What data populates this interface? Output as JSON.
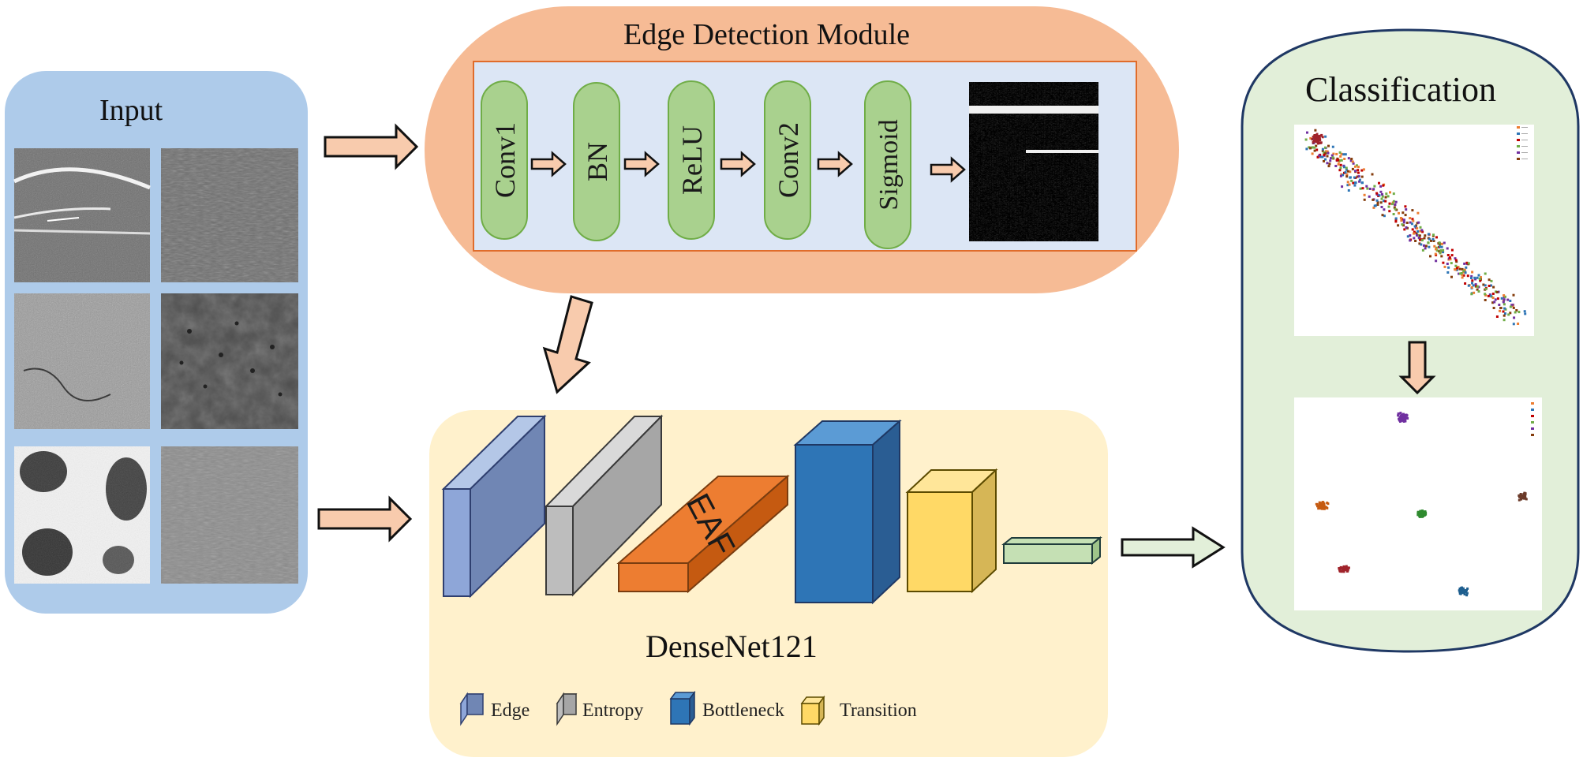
{
  "input": {
    "title": "Input"
  },
  "edge_module": {
    "title": "Edge Detection Module",
    "blocks": [
      {
        "label": "Conv1"
      },
      {
        "label": "BN"
      },
      {
        "label": "ReLU"
      },
      {
        "label": "Conv2"
      },
      {
        "label": "Sigmoid"
      }
    ]
  },
  "densenet": {
    "title": "DenseNet121",
    "eaf_label": "EAF",
    "legend": [
      {
        "label": "Edge",
        "color": "#8ea6d8"
      },
      {
        "label": "Entropy",
        "color": "#bdbdbd"
      },
      {
        "label": "Bottleneck",
        "color": "#2e75b6"
      },
      {
        "label": "Transition",
        "color": "#ffd966"
      }
    ]
  },
  "classification": {
    "title": "Classification"
  },
  "colors": {
    "input_panel": "#aecbea",
    "edge_panel": "#f6bb95",
    "edge_inner": "#dce6f5",
    "green_block": "#a9d18e",
    "densenet_panel": "#fff1cc",
    "classification_panel": "#e2efd9",
    "arrow_fill": "#f8cbad",
    "arrow_green": "#e2efd9"
  }
}
